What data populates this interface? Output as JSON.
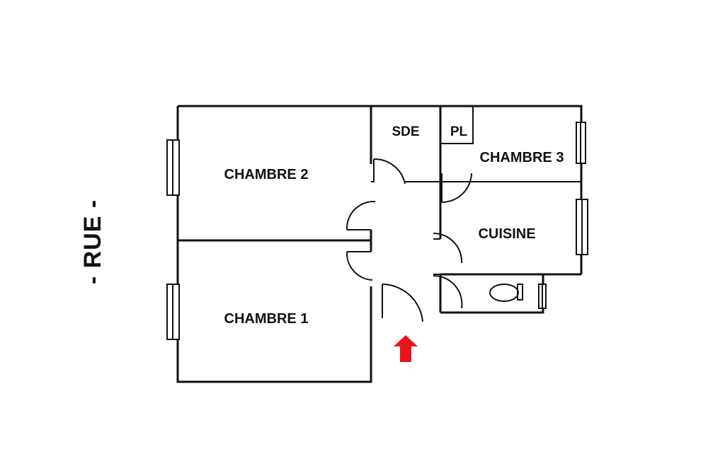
{
  "street_label": "- RUE -",
  "rooms": {
    "chambre_1": "CHAMBRE 1",
    "chambre_2": "CHAMBRE 2",
    "chambre_3": "CHAMBRE 3",
    "sde": "SDE",
    "pl": "PL",
    "cuisine": "CUISINE"
  },
  "colors": {
    "walls": "#111111",
    "entrance_arrow": "#e8141b",
    "background": "#ffffff"
  },
  "icons": [
    "entrance-arrow-icon",
    "toilet-icon",
    "window-icon",
    "door-swing-icon"
  ]
}
